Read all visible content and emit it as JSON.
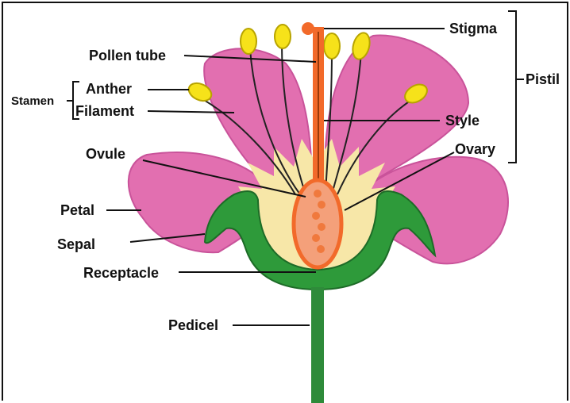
{
  "labels": {
    "stigma": "Stigma",
    "pollen_tube": "Pollen tube",
    "pistil": "Pistil",
    "stamen": "Stamen",
    "anther": "Anther",
    "filament": "Filament",
    "style": "Style",
    "ovary": "Ovary",
    "ovule": "Ovule",
    "petal": "Petal",
    "sepal": "Sepal",
    "receptacle": "Receptacle",
    "pedicel": "Pedicel"
  },
  "colors": {
    "petal": "#e26fb0",
    "petal_edge": "#c9539a",
    "sepal": "#2e9a3a",
    "sepal_edge": "#1d6b27",
    "receptacle_inner": "#f7e7a8",
    "pistil": "#f26a2a",
    "ovary_fill": "#f4a07a",
    "ovule": "#f0793d",
    "anther": "#f6e21a",
    "anther_edge": "#b8a400",
    "pedicel": "#2e8b3a",
    "frame": "#111111"
  }
}
